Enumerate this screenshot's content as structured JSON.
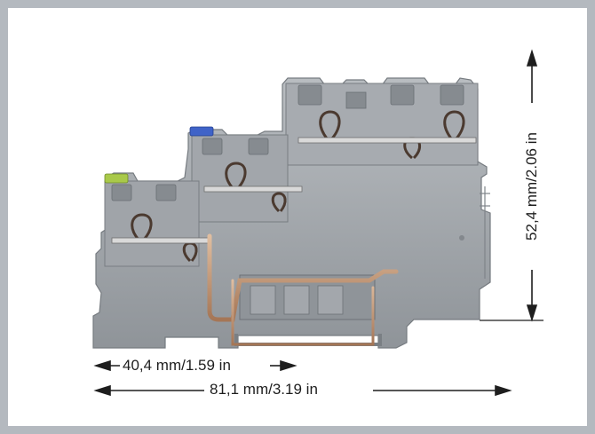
{
  "dimensions": {
    "partial_width": "40,4 mm/1.59 in",
    "total_width": "81,1 mm/3.19 in",
    "height": "52,4 mm/2.06 in"
  },
  "colors": {
    "frame": "#b4b9bf",
    "housing": "#9ea3a8",
    "housing_light": "#b5b9bd",
    "housing_dark": "#7d8287",
    "marker_green_yellow": "#a9c94a",
    "marker_blue": "#3f63c8",
    "copper": "#c49a78"
  },
  "icons": [
    "terminal-block-product-image",
    "left-arrow",
    "right-arrow",
    "up-arrow",
    "down-arrow"
  ]
}
